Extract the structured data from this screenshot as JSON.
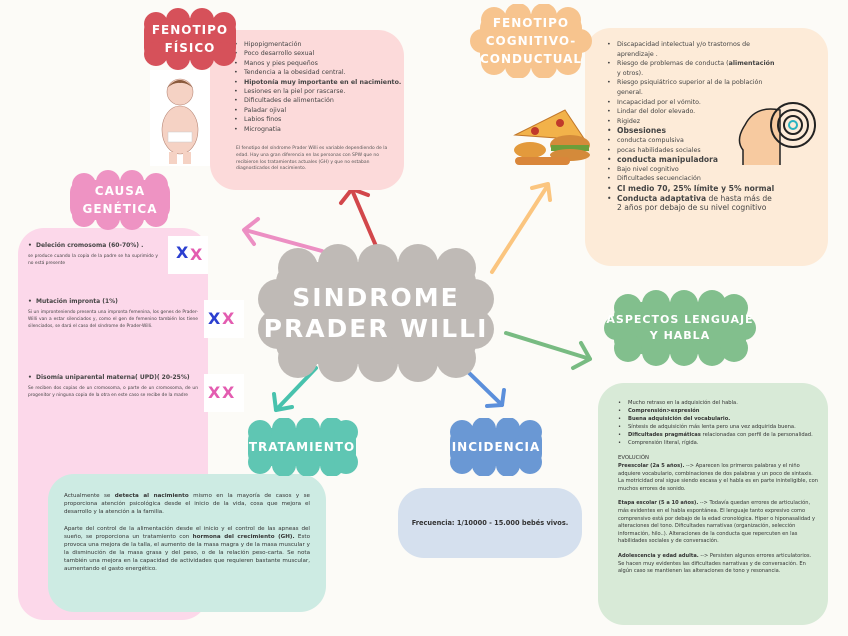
{
  "center": {
    "title": "SINDROME\nPRADER WILLI",
    "color": "#bfbab6"
  },
  "fenotipo_fisico": {
    "title": "FENOTIPO\nFÍSICO",
    "color": "#d6515a",
    "box_color": "#fcdada",
    "items": [
      {
        "t": "Hipopigmentación"
      },
      {
        "t": "Poco desarrollo sexual"
      },
      {
        "t": "Manos y pies pequeños"
      },
      {
        "t": "Tendencia a la obesidad central."
      },
      {
        "b": "Hipotonía muy importante en el nacimiento."
      },
      {
        "t": "Lesiones en la piel por rascarse."
      },
      {
        "t": "Dificultades de alimentación"
      },
      {
        "t": "Paladar ojival"
      },
      {
        "t": "Labios finos"
      },
      {
        "t": "Micrognatia"
      }
    ],
    "note": "El fenotipo del síndrome Prader Willi es variable dependiendo de la edad. Hay una gran diferencia en las personas con SPW que no recibieron los tratamientos actuales (GH) y que no estaban diagnosticados del nacimiento."
  },
  "fenotipo_cognitivo": {
    "title": "FENOTIPO\nCOGNITIVO-\nCONDUCTUAL",
    "color": "#f7c48e",
    "box_color": "#fdebd8",
    "items": [
      {
        "t": " Discapacidad intelectual y/o trastornos de aprendizaje ."
      },
      {
        "t": "Riesgo de problemas de conducta (",
        "b": "alimentación",
        "t2": " y otros)."
      },
      {
        "t": "Riesgo psiquiátrico superior al de la población general."
      },
      {
        "t": "Incapacidad por el vómito."
      },
      {
        "t": " Lindar del dolor elevado."
      },
      {
        "t": "Rigidez"
      },
      {
        "b": "Obsesiones"
      },
      {
        "t": "conducta compulsiva"
      },
      {
        "t": "pocas habilidades sociales"
      },
      {
        "b": "conducta manipuladora"
      },
      {
        "t": "Bajo nivel cognitivo"
      },
      {
        "t": "Dificultades secuenciación"
      },
      {
        "b": "CI medio 70, 25% límite y 5% normal"
      },
      {
        "b": "Conducta adaptativa",
        "t2": " de hasta  más de 2 años por debajo de su nivel cognitivo"
      }
    ]
  },
  "causa_genetica": {
    "title": "CAUSA\nGENÉTICA",
    "color": "#ee93c3",
    "box_color": "#fcd8ea",
    "items": [
      {
        "b": "Deleción cromosoma (60-70%) .",
        "desc": "se produce cuando la copia de la padre se ha suprimido y no está presente"
      },
      {
        "b": "Mutación impronta  (1%)",
        "desc": "Si un impronteniendo presenta una impronta femenina, los genes de Prader-Willi van a estar silenciados y, como el gen de femenino también los tiene silenciados, se dará el caso del síndrome de Prader-Willi."
      },
      {
        "b": "Disomía uniparental materna( UPD)( 20-25%)",
        "desc": "Se reciben dos copias de un cromosoma, o parte de un cromosoma, de un progenitor y ninguna copia de la otra en este caso se recibe de la madre"
      }
    ]
  },
  "lenguaje": {
    "title": "ASPECTOS LENGUAJE\nY HABLA",
    "color": "#82bf8d",
    "box_color": "#d8ead7",
    "items": [
      {
        "t": "Mucho retraso en la adquisición del habla."
      },
      {
        "b": "Comprensión>expresión"
      },
      {
        "b": "Buena adquisición del vocabulario."
      },
      {
        "t": "Síntesis de adquisición más lenta pero una vez adquirida buena."
      },
      {
        "b": "Dificultades pragmáticas",
        "t2": " relacionadas con perfil de la personalidad."
      },
      {
        "t": " Comprensión literal, rígida."
      }
    ],
    "evolution_title": "EVOLUCIÓN",
    "stages": [
      {
        "b": "Preescolar (2a 5 años).",
        "t": " --> Aparecen los primeros palabras y el niño adquiere vocabulario, combinaciones de dos palabras y un poco de sintaxis. La motricidad oral sigue siendo escasa y el habla es en parte ininteligible, con muchos errores de sonido."
      },
      {
        "b": "Etapa escolar (5 a 10 años).",
        "t": " --> Todavía quedan errores de articulación, más evidentes en el habla espontánea. El lenguaje tanto expresivo como comprensivo está por debajo de la edad cronológica. Hiper o hiponasalidad y alteraciones del tono. Dificultades narrativas (organización, selección información, hilo..). Alteraciones de la conducta que repercuten en las habilidades sociales y de conversación."
      },
      {
        "b": "Adolescencia y edad adulta.",
        "t": " --> Persisten algunos errores articulatorios. Se hacen muy evidentes las dificultades narrativas y de conversación. En algún caso se mantienen las alteraciones de tono y resonancia."
      }
    ]
  },
  "tratamiento": {
    "title": "TRATAMIENTO",
    "color": "#5fc6b3",
    "box_color": "#cdebe3",
    "p1": {
      "t": "Actualmente se ",
      "b": "detecta al nacimiento",
      "t2": " mismo en la mayoría de casos y se proporciona atención psicológica desde el inicio de la vida, cosa que mejora el desarrollo y la atención a la familia."
    },
    "p2": {
      "t": "Aparte del control de la alimentación desde el inicio y el control de las apneas del sueño, se proporciona un tratamiento con ",
      "b": "hormona del crecimiento (GH).",
      "t2": " Esto provoca una mejora de la talla, el aumento de la masa magra y de la masa muscular y la disminución de la masa grasa y del peso, o de la relación peso-carta. Se nota también una mejora en la capacidad de actividades que requieren bastante muscular, aumentando el gasto energético."
    }
  },
  "incidencia": {
    "title": "INCIDENCIA",
    "color": "#6a98d4",
    "box_color": "#d5e0ee",
    "text": "Frecuencia: 1/10000 - 15.000 bebés vivos."
  },
  "arrow_colors": {
    "fisico": "#d2474b",
    "genetica": "#ec8fc3",
    "cognitivo": "#fbc57f",
    "lenguaje": "#78bb82",
    "tratamiento": "#48c2ad",
    "incidencia": "#5b8fdb"
  }
}
